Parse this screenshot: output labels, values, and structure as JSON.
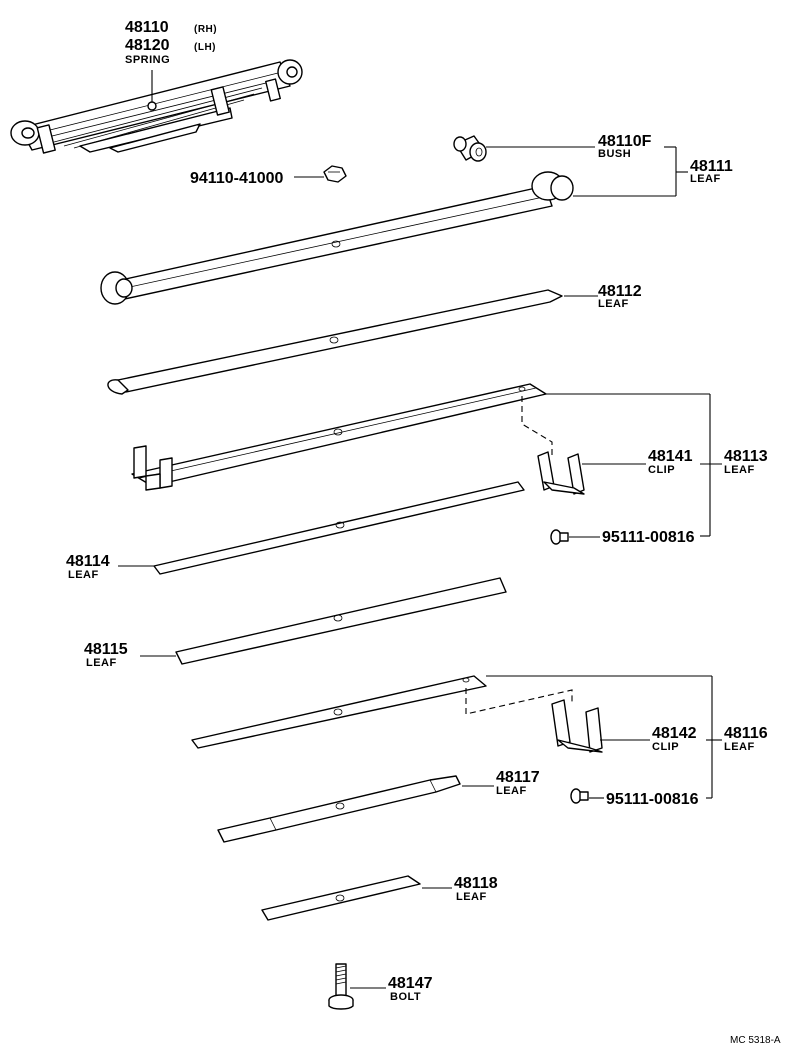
{
  "parts": {
    "spring": {
      "number_rh": "48110",
      "side_rh": "(RH)",
      "number_lh": "48120",
      "side_lh": "(LH)",
      "name": "SPRING"
    },
    "nut": {
      "number": "94110-41000"
    },
    "bush": {
      "number": "48110F",
      "name": "BUSH"
    },
    "leaf1": {
      "number": "48111",
      "name": "LEAF"
    },
    "leaf2": {
      "number": "48112",
      "name": "LEAF"
    },
    "clip1": {
      "number": "48141",
      "name": "CLIP"
    },
    "leaf3": {
      "number": "48113",
      "name": "LEAF"
    },
    "screw1": {
      "number": "95111-00816"
    },
    "leaf4": {
      "number": "48114",
      "name": "LEAF"
    },
    "leaf5": {
      "number": "48115",
      "name": "LEAF"
    },
    "clip2": {
      "number": "48142",
      "name": "CLIP"
    },
    "leaf6": {
      "number": "48116",
      "name": "LEAF"
    },
    "screw2": {
      "number": "95111-00816"
    },
    "leaf7": {
      "number": "48117",
      "name": "LEAF"
    },
    "leaf8": {
      "number": "48118",
      "name": "LEAF"
    },
    "bolt": {
      "number": "48147",
      "name": "BOLT"
    }
  },
  "figure_code": "MC 5318-A"
}
